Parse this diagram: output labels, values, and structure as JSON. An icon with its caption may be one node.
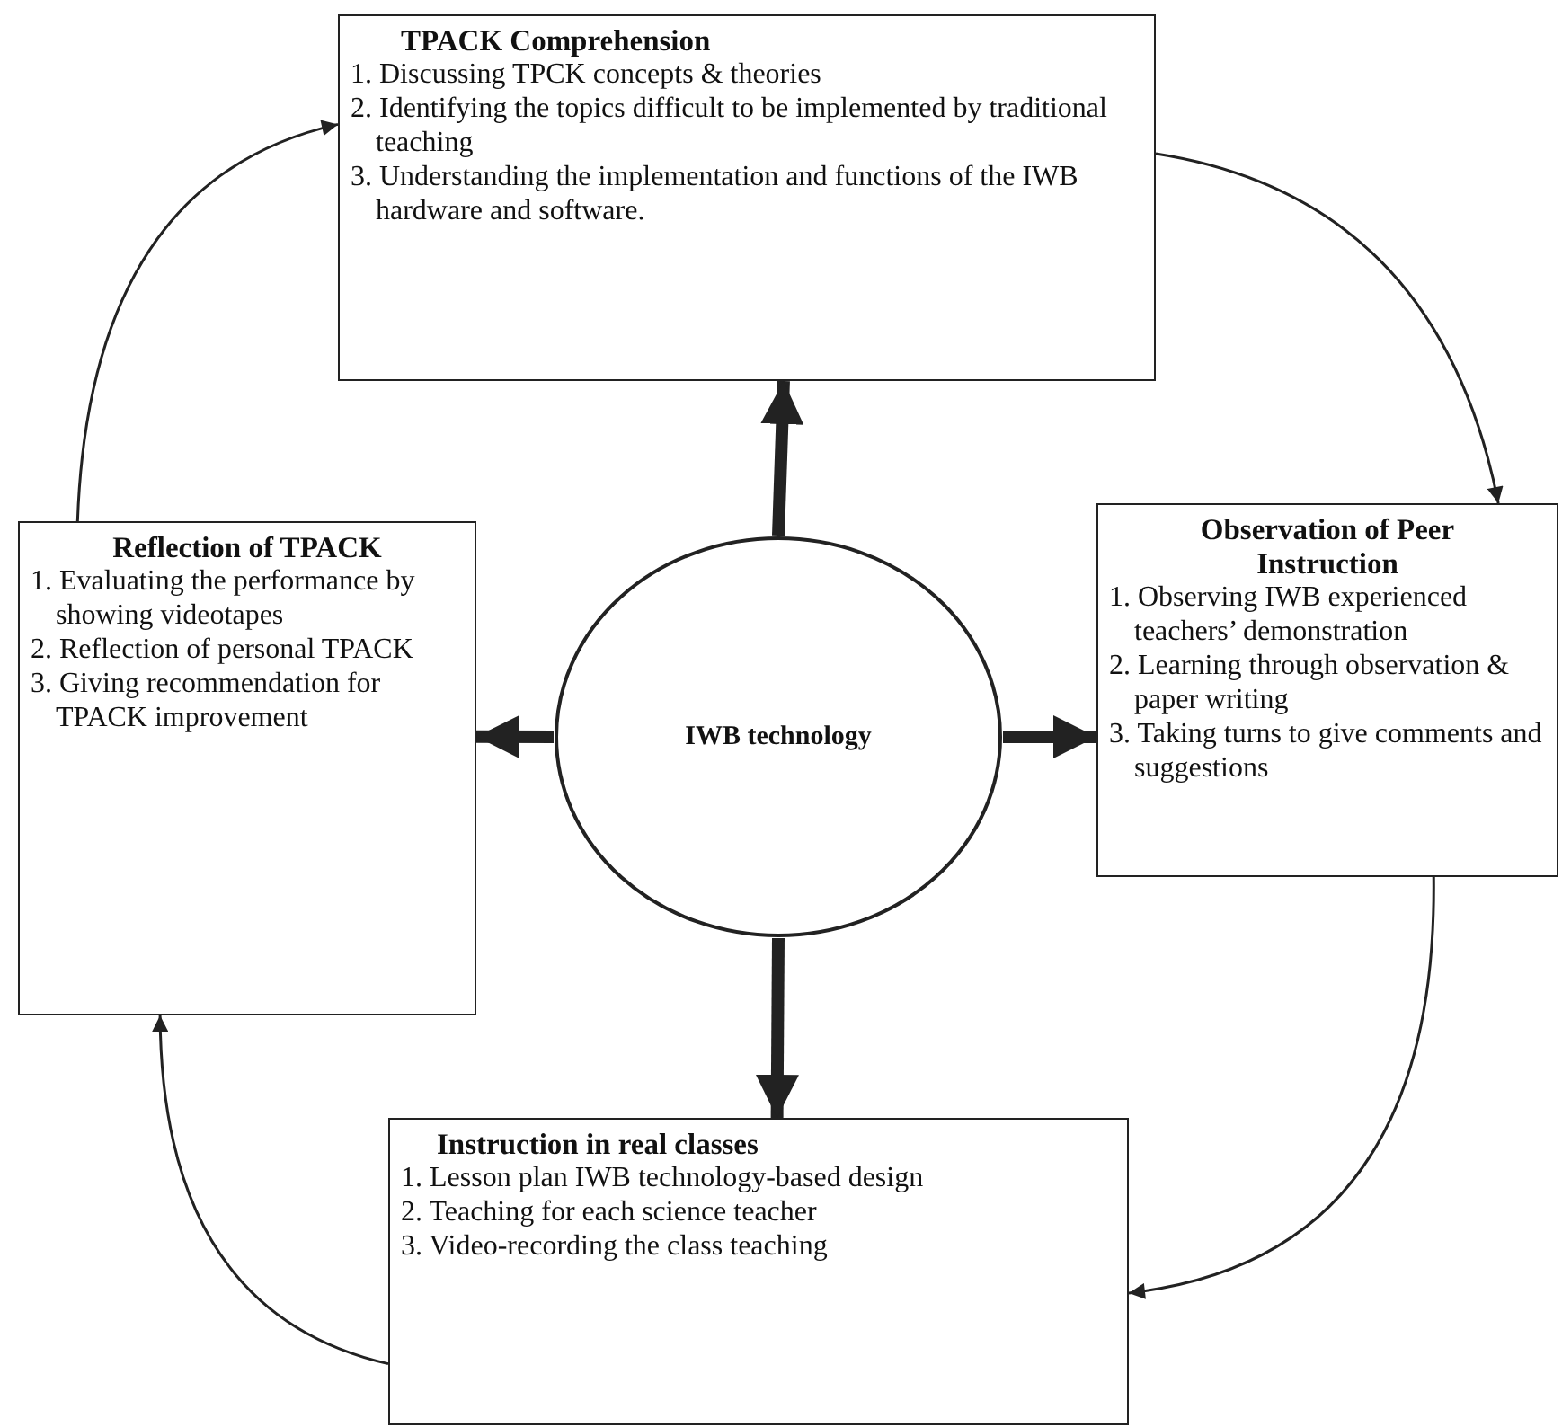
{
  "diagram": {
    "nodes": [
      {
        "text": [
          "TPACK Comprehension",
          "1. Discussing TPCK concepts & theories",
          "2. Identifying the topics difficult to be implemented by traditional teaching",
          "3. Understanding the implementation and functions of the IWB hardware and software."
        ]
      },
      {
        "text": [
          "Reflection of TPACK",
          "1. Evaluating the performance by showing videotapes",
          "2. Reflection of personal TPACK",
          "3. Giving recommendation for TPACK improvement"
        ]
      },
      {
        "text": [
          "IWB technology"
        ]
      },
      {
        "text": [
          "Observation of Peer Instruction",
          "1. Observing IWB experienced teachers’ demonstration",
          "2. Learning through observation & paper writing",
          "3. Taking turns to give comments and suggestions"
        ]
      },
      {
        "text": [
          "Instruction in real classes",
          "1. Lesson plan IWB technology-based design",
          "2. Teaching for each science teacher",
          "3. Video-recording the class teaching"
        ]
      }
    ],
    "edges": [
      {
        "from": 2,
        "to": 0,
        "arrow": "to",
        "style": "thick"
      },
      {
        "from": 2,
        "to": 1,
        "arrow": "to",
        "style": "thick"
      },
      {
        "from": 2,
        "to": 3,
        "arrow": "to",
        "style": "thick"
      },
      {
        "from": 2,
        "to": 4,
        "arrow": "to",
        "style": "thick"
      },
      {
        "from": 0,
        "to": 3,
        "arrow": "to"
      },
      {
        "from": 3,
        "to": 4,
        "arrow": "to"
      },
      {
        "from": 4,
        "to": 1,
        "arrow": "to"
      },
      {
        "from": 1,
        "to": 0,
        "arrow": "to"
      }
    ]
  }
}
